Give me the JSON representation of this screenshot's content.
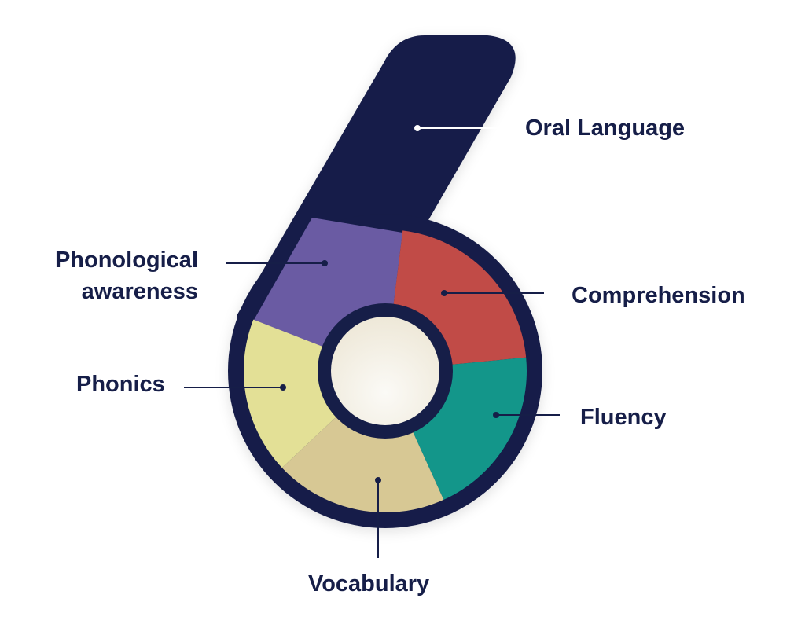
{
  "title": "Six pillars of literacy",
  "colors": {
    "navy": "#161e48",
    "phonological_awareness": "#6a5ba3",
    "comprehension": "#c14b47",
    "fluency": "#13968a",
    "vocabulary": "#d7c894",
    "phonics": "#e3e096",
    "center": "#f6f3ea"
  },
  "labels": {
    "oral_language": "Oral Language",
    "phonological_line1": "Phonological",
    "phonological_line2": "awareness",
    "comprehension": "Comprehension",
    "phonics": "Phonics",
    "fluency": "Fluency",
    "vocabulary": "Vocabulary"
  }
}
